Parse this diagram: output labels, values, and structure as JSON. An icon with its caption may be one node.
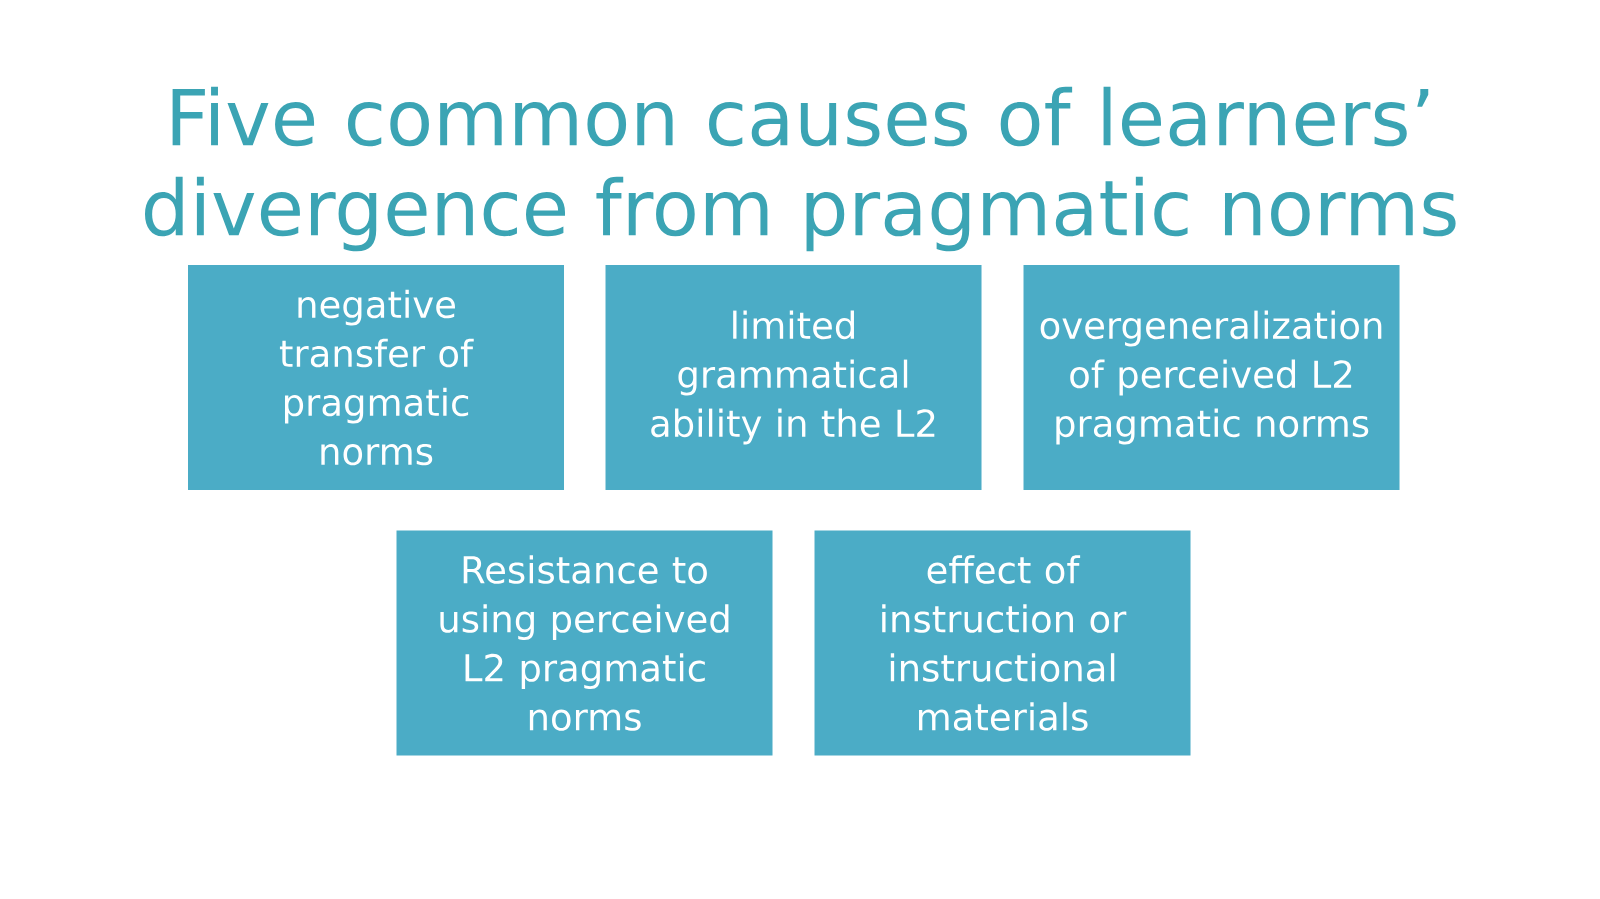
{
  "diagram": {
    "title": "Five common causes of learners’ divergence from pragmatic norms",
    "nodes": [
      {
        "text": [
          "negative transfer of pragmatic norms"
        ]
      },
      {
        "text": [
          "limited grammatical ability in the L2"
        ]
      },
      {
        "text": [
          "overgeneralization of perceived L2 pragmatic norms"
        ]
      },
      {
        "text": [
          "Resistance to using perceived L2 pragmatic norms"
        ]
      },
      {
        "text": [
          "effect of instruction or instructional materials"
        ]
      }
    ]
  }
}
